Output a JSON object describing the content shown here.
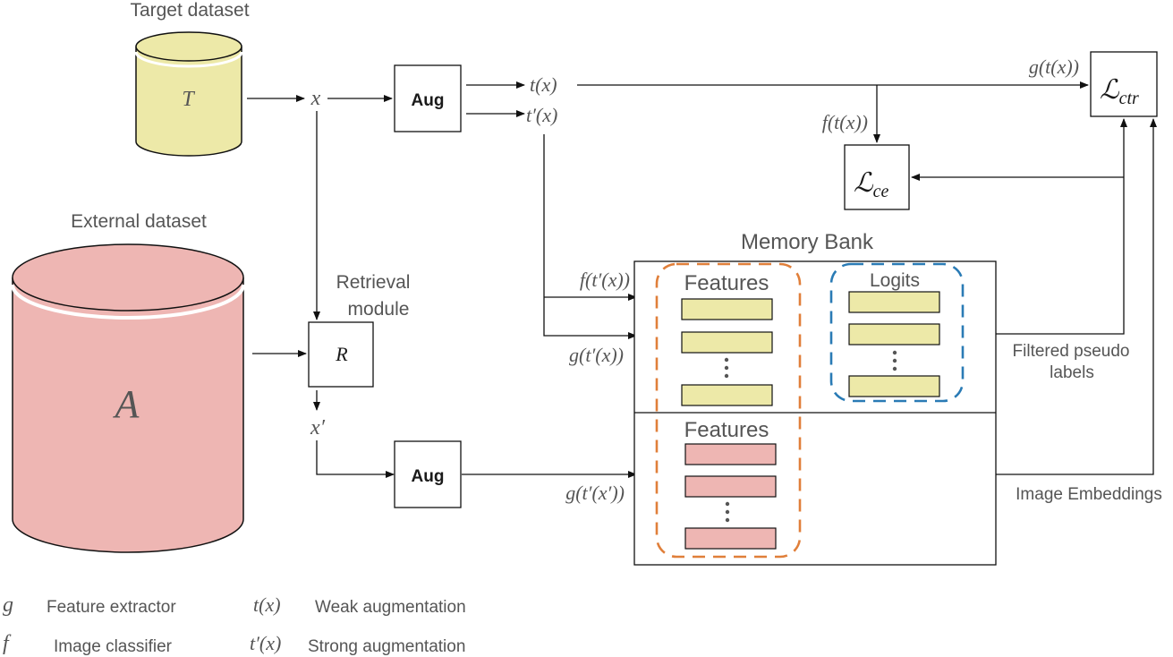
{
  "datasets": {
    "target": {
      "title": "Target dataset",
      "symbol": "T",
      "color": "#ede9a8"
    },
    "external": {
      "title": "External dataset",
      "symbol": "A",
      "color": "#eeb6b3"
    }
  },
  "flow": {
    "x": "x",
    "x_prime": "x′",
    "aug1": "Aug",
    "aug2": "Aug",
    "t_x": "t(x)",
    "t_prime_x": "t′(x)",
    "g_t_x": "g(t(x))",
    "f_t_x": "f(t(x))",
    "f_tp_x": "f(t′(x))",
    "g_tp_x": "g(t′(x))",
    "g_tp_xp": "g(t′(x′))"
  },
  "losses": {
    "ctr": {
      "symbol": "ℒ",
      "sub": "ctr"
    },
    "ce": {
      "symbol": "ℒ",
      "sub": "ce"
    }
  },
  "retrieval": {
    "label_line1": "Retrieval",
    "label_line2": "module",
    "symbol": "R"
  },
  "memory_bank": {
    "title": "Memory Bank",
    "features_top": "Features",
    "logits": "Logits",
    "features_bottom": "Features",
    "features_color": "#ede9a8",
    "external_features_color": "#eeb6b3",
    "features_border": "#e07f3a",
    "logits_border": "#2a7bb5"
  },
  "side_labels": {
    "filtered_line1": "Filtered pseudo",
    "filtered_line2": "labels",
    "embeddings": "Image Embeddings"
  },
  "legend": [
    {
      "symbol": "g",
      "desc": "Feature extractor"
    },
    {
      "symbol": "f",
      "desc": "Image classifier"
    },
    {
      "symbol": "t(x)",
      "desc": "Weak augmentation"
    },
    {
      "symbol": "t′(x)",
      "desc": "Strong augmentation"
    }
  ]
}
